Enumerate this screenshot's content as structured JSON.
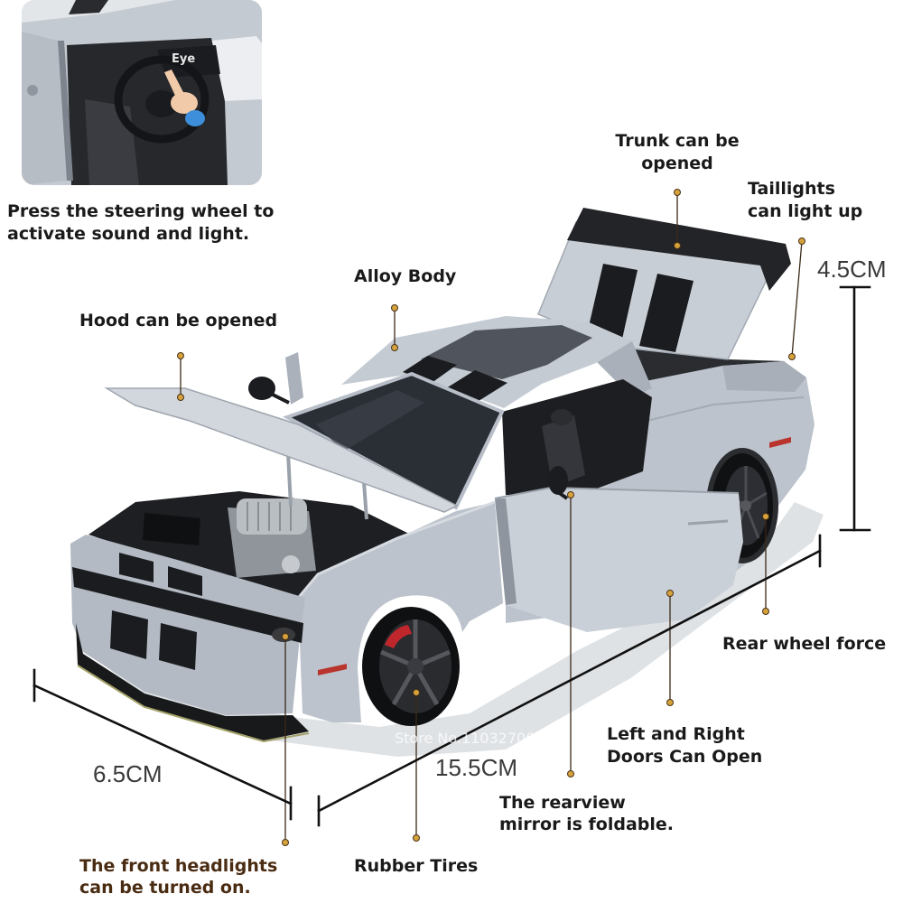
{
  "inset": {
    "photo_label": "Eye",
    "caption": [
      "Press the steering wheel to",
      "activate sound and light."
    ]
  },
  "features": {
    "trunk": [
      "Trunk can be",
      "opened"
    ],
    "taillights": [
      "Taillights",
      "can light up"
    ],
    "alloy_body": "Alloy Body",
    "hood": "Hood can be opened",
    "rear_wheel": "Rear wheel force",
    "doors": [
      "Left and Right",
      "Doors Can Open"
    ],
    "mirror": [
      "The rearview",
      "mirror is foldable."
    ],
    "tires": "Rubber Tires",
    "headlights": [
      "The front headlights",
      "can be turned on."
    ]
  },
  "dimensions": {
    "height": "4.5CM",
    "width": "6.5CM",
    "length": "15.5CM"
  },
  "watermark": "Store No.1103270034",
  "colors": {
    "body": "#bcc3cc",
    "stripe": "#1b1c1f",
    "label_text": "#1a1a1a",
    "headlight_label_text": "#4a2c12",
    "dimension_text": "#3a3a3a",
    "callout_dot": "#d6a23c",
    "callout_line": "#3b2a18"
  }
}
